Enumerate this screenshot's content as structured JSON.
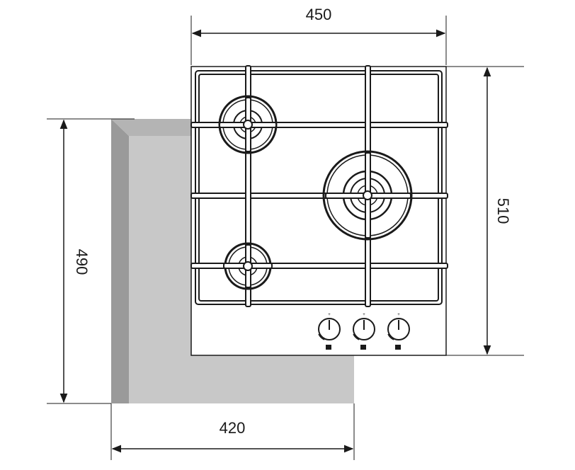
{
  "dimensions": {
    "hob_width": "450",
    "hob_depth": "510",
    "cutout_depth": "490",
    "cutout_width": "420"
  },
  "colors": {
    "line": "#1a1a1a",
    "cutout_fill": "#c8c8c8",
    "cutout_shadow": "#9a9a9a",
    "cutout_top": "#b4b4b4",
    "background": "#ffffff"
  },
  "burners": [
    {
      "name": "rear-left",
      "size": "medium"
    },
    {
      "name": "right-large",
      "size": "large"
    },
    {
      "name": "front-left",
      "size": "small"
    }
  ],
  "knobs": [
    {
      "name": "knob-1"
    },
    {
      "name": "knob-2"
    },
    {
      "name": "knob-3"
    }
  ]
}
